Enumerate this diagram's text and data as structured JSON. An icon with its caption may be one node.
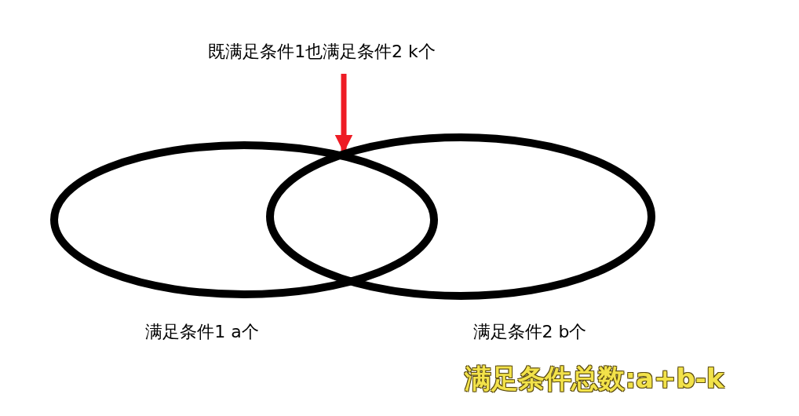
{
  "diagram": {
    "nodes": [
      {
        "text": [
          "既满足条件1也满足条件2 k个"
        ]
      },
      {
        "text": [],
        "shape": "ellipse",
        "beside": [
          "满足条件1 a个"
        ]
      },
      {
        "text": [],
        "shape": "ellipse",
        "beside": [
          "满足条件2 b个"
        ]
      }
    ],
    "edges": [
      {
        "from": 0,
        "to": 1,
        "arrow": "to"
      }
    ],
    "labels": [
      "满足条件总数:a+b-k"
    ]
  }
}
